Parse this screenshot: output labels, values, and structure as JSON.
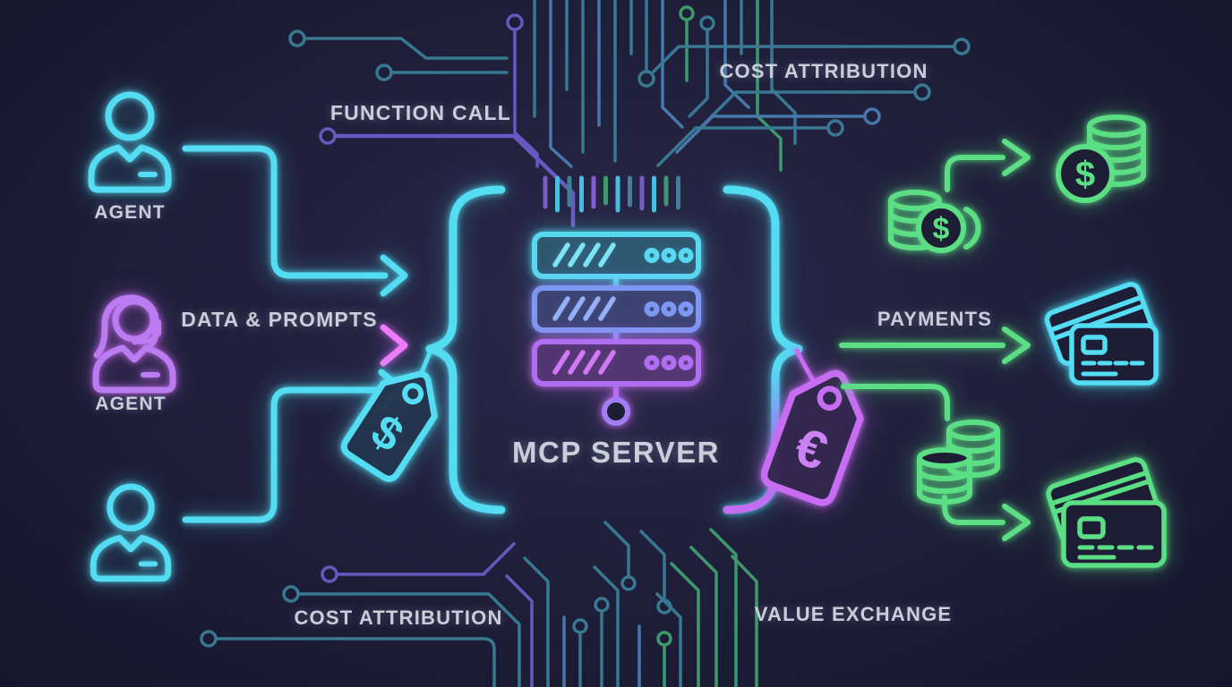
{
  "title": "MCP SERVER",
  "colors": {
    "background": "#1d1d36",
    "cyan": "#54dcf2",
    "magenta": "#c76df2",
    "green": "#5cde85",
    "blue": "#7e97f2",
    "text": "#c9cfda",
    "trace_teal": "#3a7d95",
    "trace_steel": "#4a7cb2",
    "trace_purple": "#6e5bc8",
    "trace_green": "#3fa06f"
  },
  "labels": {
    "agent_top": "AGENT",
    "agent_middle": "AGENT",
    "function_call": "FUNCTION CALL",
    "data_and_prompts": "DATA & PROMPTS",
    "cost_attribution_top": "COST ATTRIBUTION",
    "cost_attribution_bottom": "COST ATTRIBUTION",
    "payments": "PAYMENTS",
    "value_exchange": "VALUE EXCHANGE",
    "mcp_server": "MCP SERVER"
  },
  "symbols": {
    "dollar": "$",
    "euro": "€"
  },
  "icon_names": [
    "user-icon",
    "headset-user-icon",
    "server-stack-icon",
    "price-tag-dollar-icon",
    "price-tag-euro-icon",
    "coins-dollar-icon",
    "coin-stack-icon",
    "credit-cards-icon"
  ]
}
